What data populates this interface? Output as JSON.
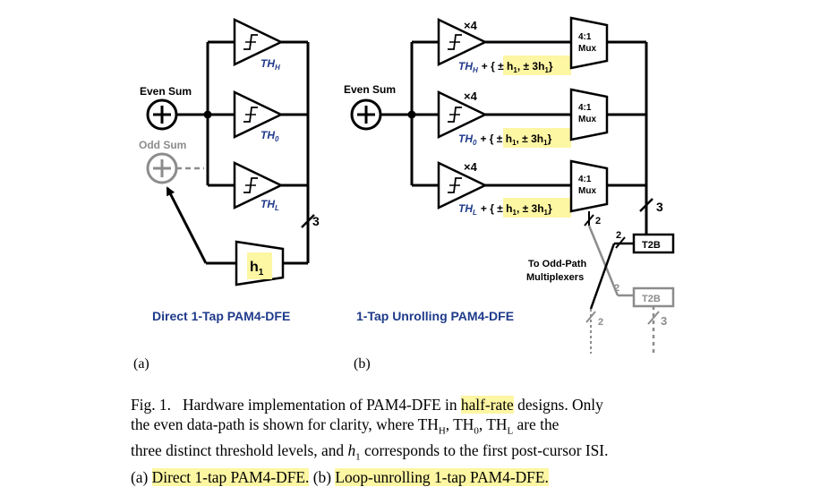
{
  "panel_a": {
    "even_sum_label": "Even Sum",
    "odd_sum_label": "Odd Sum",
    "th_top_main": "TH",
    "th_top_sub": "H",
    "th_mid_main": "TH",
    "th_mid_sub": "0",
    "th_bot_main": "TH",
    "th_bot_sub": "L",
    "bus_width": "3",
    "tap_main": "h",
    "tap_sub": "1",
    "title": "Direct 1-Tap PAM4-DFE",
    "letter": "(a)"
  },
  "panel_b": {
    "even_sum_label": "Even Sum",
    "mult": "×4",
    "mux_line1": "4:1",
    "mux_line2": "Mux",
    "th_top_main": "TH",
    "th_top_sub": "H",
    "th_mid_main": "TH",
    "th_mid_sub": "0",
    "th_bot_main": "TH",
    "th_bot_sub": "L",
    "offset_prefix": "+ { ± h",
    "offset_sub1": "1",
    "offset_mid": ", ± 3h",
    "offset_sub2": "1",
    "offset_suffix": "}",
    "bus2": "2",
    "bus3": "3",
    "t2b": "T2B",
    "odd_path_line1": "To Odd-Path",
    "odd_path_line2": "Multiplexers",
    "title": "1-Tap Unrolling PAM4-DFE",
    "letter": "(b)"
  },
  "caption": {
    "fig_label": "Fig. 1.",
    "s1": "Hardware implementation of PAM4-DFE in",
    "hl1": "half-rate",
    "s2": "designs. Only",
    "s3": "the even data-path is shown for clarity, where TH",
    "sub_h": "H",
    "s4": ", TH",
    "sub_0": "0",
    "s5": ", TH",
    "sub_l": "L",
    "s6": "are the",
    "s7": "three distinct threshold levels, and",
    "h_var": "h",
    "sub_1": "1",
    "s8": "corresponds to the first post-cursor ISI.",
    "s9": "(a)",
    "hl2": "Direct 1-tap PAM4-DFE.",
    "s10": "(b)",
    "hl3": "Loop-unrolling 1-tap PAM4-DFE."
  },
  "colors": {
    "highlight": "#fdf6a3",
    "title_blue": "#1f3a8a",
    "inactive_gray": "#8c8c8c"
  }
}
